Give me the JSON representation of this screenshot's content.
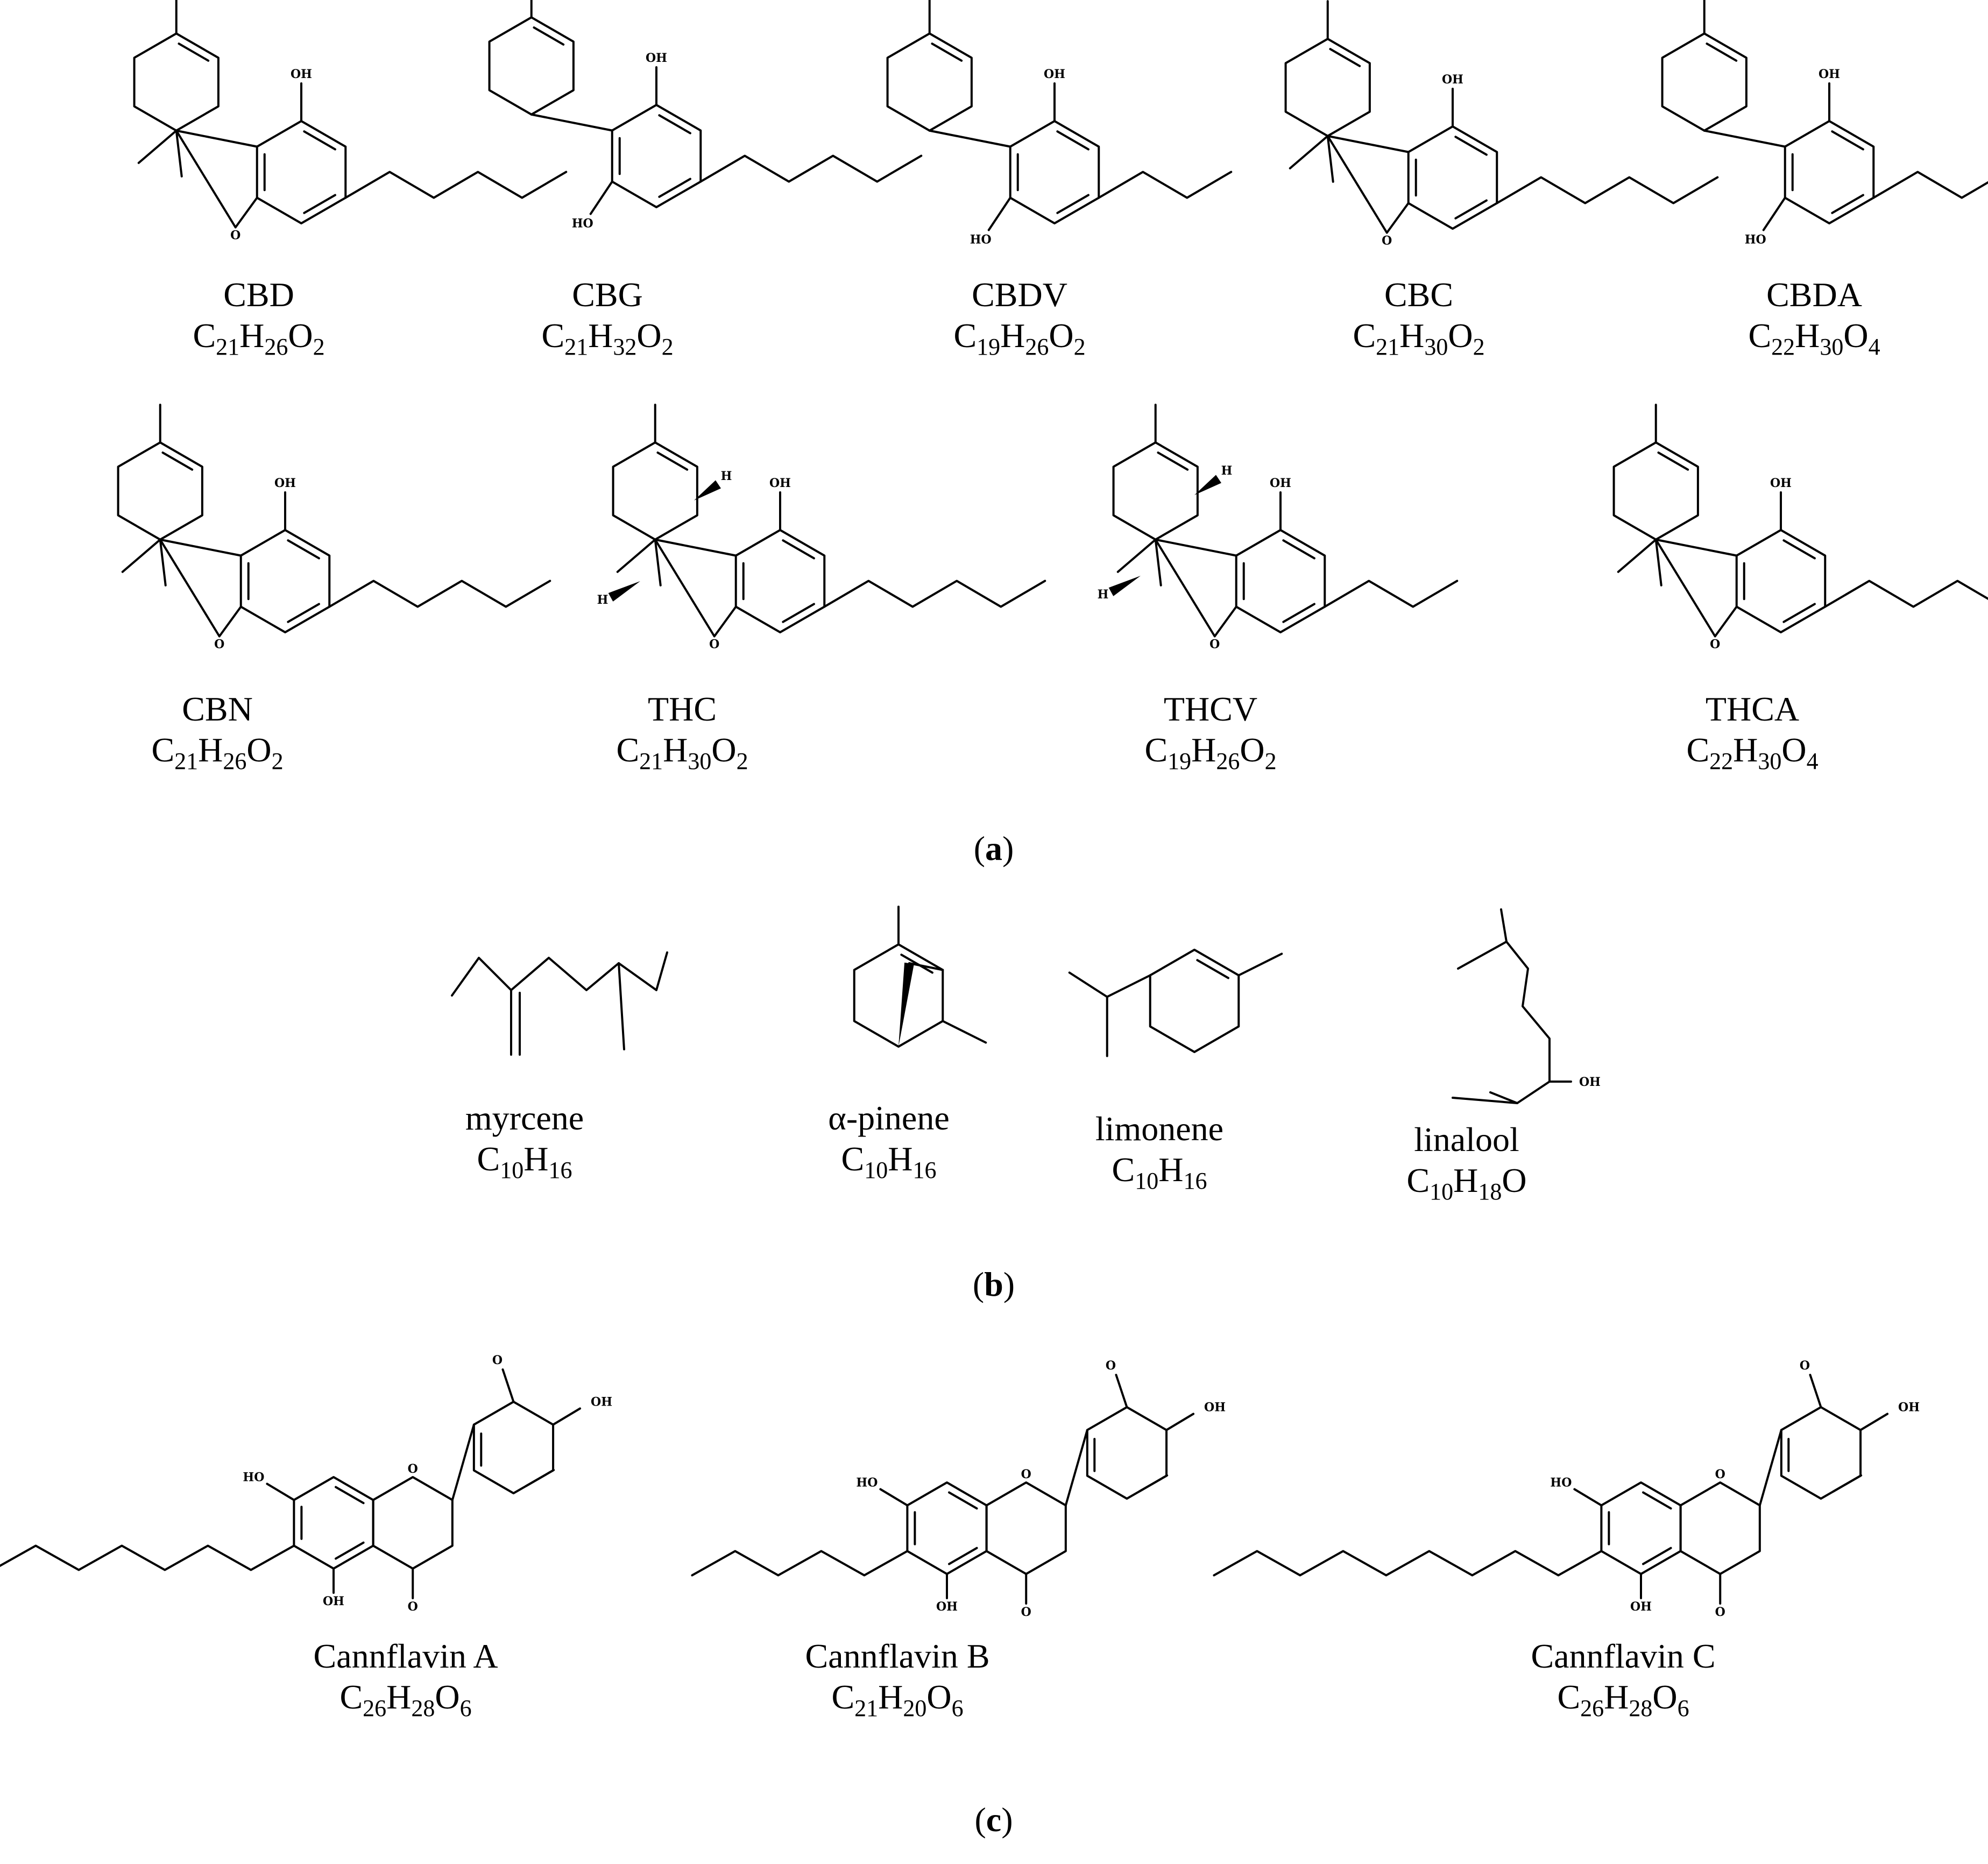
{
  "panels": [
    {
      "label": "a",
      "compounds": [
        {
          "name": "CBD",
          "formula": [
            [
              "C",
              ""
            ],
            [
              "21",
              "sub"
            ],
            [
              "H",
              ""
            ],
            [
              "26",
              "sub"
            ],
            [
              "O",
              ""
            ],
            [
              "2",
              "sub"
            ]
          ]
        },
        {
          "name": "CBG",
          "formula": [
            [
              "C",
              ""
            ],
            [
              "21",
              "sub"
            ],
            [
              "H",
              ""
            ],
            [
              "32",
              "sub"
            ],
            [
              "O",
              ""
            ],
            [
              "2",
              "sub"
            ]
          ]
        },
        {
          "name": "CBDV",
          "formula": [
            [
              "C",
              ""
            ],
            [
              "19",
              "sub"
            ],
            [
              "H",
              ""
            ],
            [
              "26",
              "sub"
            ],
            [
              "O",
              ""
            ],
            [
              "2",
              "sub"
            ]
          ]
        },
        {
          "name": "CBC",
          "formula": [
            [
              "C",
              ""
            ],
            [
              "21",
              "sub"
            ],
            [
              "H",
              ""
            ],
            [
              "30",
              "sub"
            ],
            [
              "O",
              ""
            ],
            [
              "2",
              "sub"
            ]
          ]
        },
        {
          "name": "CBDA",
          "formula": [
            [
              "C",
              ""
            ],
            [
              "22",
              "sub"
            ],
            [
              "H",
              ""
            ],
            [
              "30",
              "sub"
            ],
            [
              "O",
              ""
            ],
            [
              "4",
              "sub"
            ]
          ]
        },
        {
          "name": "CBN",
          "formula": [
            [
              "C",
              ""
            ],
            [
              "21",
              "sub"
            ],
            [
              "H",
              ""
            ],
            [
              "26",
              "sub"
            ],
            [
              "O",
              ""
            ],
            [
              "2",
              "sub"
            ]
          ]
        },
        {
          "name": "THC",
          "formula": [
            [
              "C",
              ""
            ],
            [
              "21",
              "sub"
            ],
            [
              "H",
              ""
            ],
            [
              "30",
              "sub"
            ],
            [
              "O",
              ""
            ],
            [
              "2",
              "sub"
            ]
          ]
        },
        {
          "name": "THCV",
          "formula": [
            [
              "C",
              ""
            ],
            [
              "19",
              "sub"
            ],
            [
              "H",
              ""
            ],
            [
              "26",
              "sub"
            ],
            [
              "O",
              ""
            ],
            [
              "2",
              "sub"
            ]
          ]
        },
        {
          "name": "THCA",
          "formula": [
            [
              "C",
              ""
            ],
            [
              "22",
              "sub"
            ],
            [
              "H",
              ""
            ],
            [
              "30",
              "sub"
            ],
            [
              "O",
              ""
            ],
            [
              "4",
              "sub"
            ]
          ]
        }
      ]
    },
    {
      "label": "b",
      "compounds": [
        {
          "name": "myrcene",
          "formula": [
            [
              "C",
              ""
            ],
            [
              "10",
              "sub"
            ],
            [
              "H",
              ""
            ],
            [
              "16",
              "sub"
            ]
          ]
        },
        {
          "name": "α-pinene",
          "formula": [
            [
              "C",
              ""
            ],
            [
              "10",
              "sub"
            ],
            [
              "H",
              ""
            ],
            [
              "16",
              "sub"
            ]
          ]
        },
        {
          "name": "limonene",
          "formula": [
            [
              "C",
              ""
            ],
            [
              "10",
              "sub"
            ],
            [
              "H",
              ""
            ],
            [
              "16",
              "sub"
            ]
          ]
        },
        {
          "name": "linalool",
          "formula": [
            [
              "C",
              ""
            ],
            [
              "10",
              "sub"
            ],
            [
              "H",
              ""
            ],
            [
              "18",
              "sub"
            ],
            [
              "O",
              ""
            ]
          ]
        }
      ]
    },
    {
      "label": "c",
      "compounds": [
        {
          "name": "Cannflavin A",
          "formula": [
            [
              "C",
              ""
            ],
            [
              "26",
              "sub"
            ],
            [
              "H",
              ""
            ],
            [
              "28",
              "sub"
            ],
            [
              "O",
              ""
            ],
            [
              "6",
              "sub"
            ]
          ]
        },
        {
          "name": "Cannflavin B",
          "formula": [
            [
              "C",
              ""
            ],
            [
              "21",
              "sub"
            ],
            [
              "H",
              ""
            ],
            [
              "20",
              "sub"
            ],
            [
              "O",
              ""
            ],
            [
              "6",
              "sub"
            ]
          ]
        },
        {
          "name": "Cannflavin C",
          "formula": [
            [
              "C",
              ""
            ],
            [
              "26",
              "sub"
            ],
            [
              "H",
              ""
            ],
            [
              "28",
              "sub"
            ],
            [
              "O",
              ""
            ],
            [
              "6",
              "sub"
            ]
          ]
        }
      ]
    }
  ],
  "atom_labels": {
    "oh": "OH",
    "ho": "HO",
    "o": "O",
    "h": "H"
  }
}
